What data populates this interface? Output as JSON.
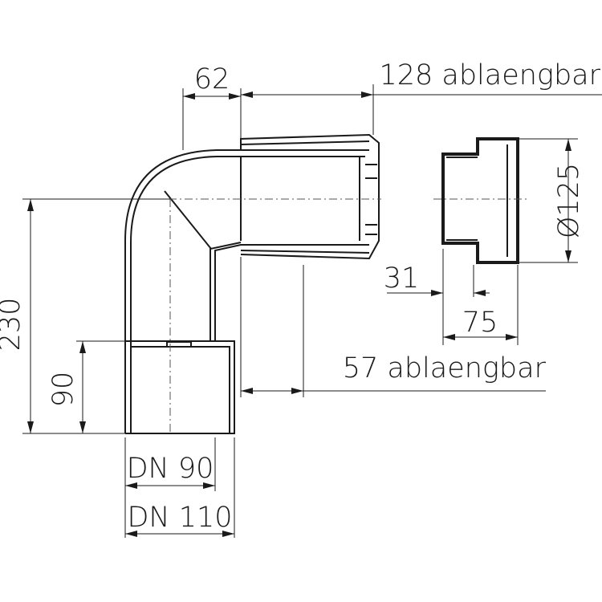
{
  "dimensions": {
    "d62": "62",
    "d128": "128 ablaengbar",
    "d125": "Ø125",
    "d31": "31",
    "d75": "75",
    "d57": "57 ablaengbar",
    "d230": "230",
    "d90": "90",
    "dn90": "DN 90",
    "dn110": "DN 110"
  }
}
